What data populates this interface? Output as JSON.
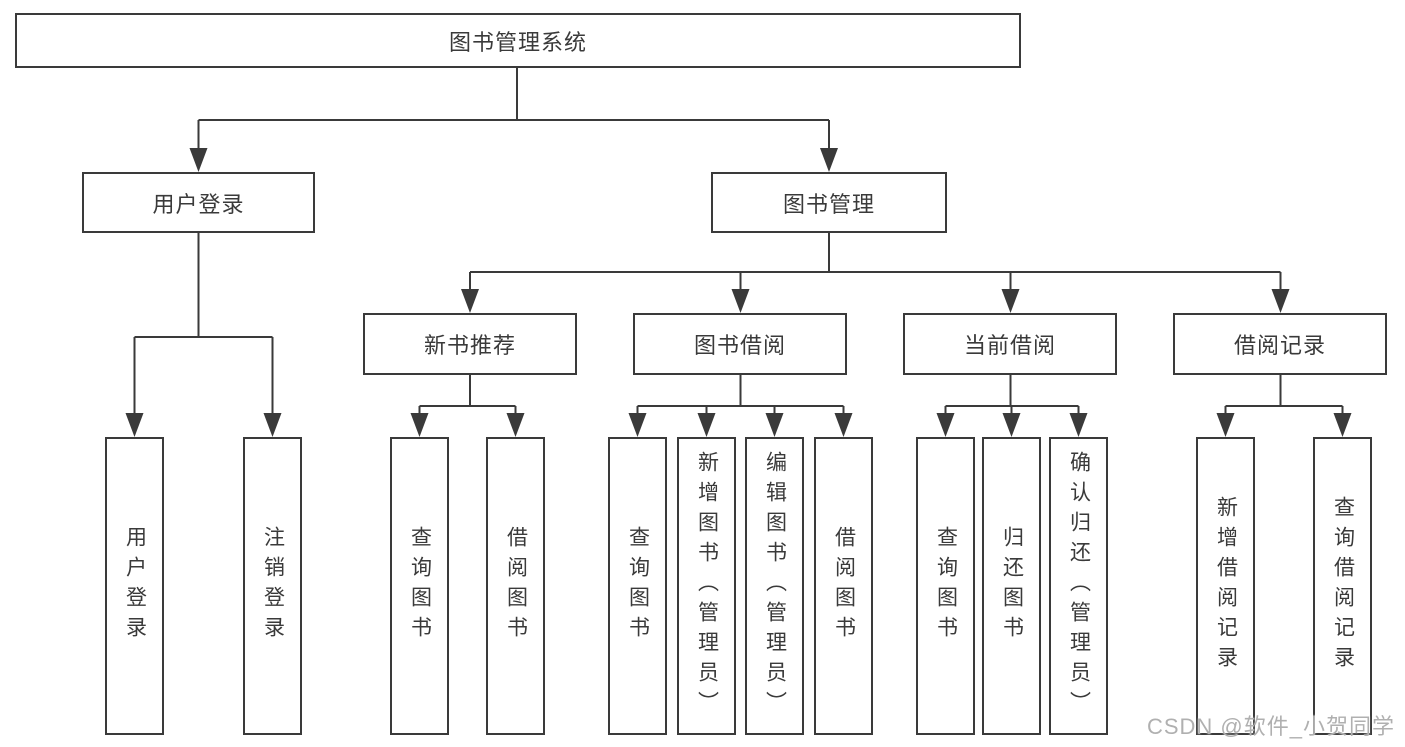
{
  "tree": {
    "label": "图书管理系统",
    "children": [
      {
        "label": "用户登录",
        "children": [
          {
            "label": "用户登录"
          },
          {
            "label": "注销登录"
          }
        ]
      },
      {
        "label": "图书管理",
        "children": [
          {
            "label": "新书推荐",
            "children": [
              {
                "label": "查询图书"
              },
              {
                "label": "借阅图书"
              }
            ]
          },
          {
            "label": "图书借阅",
            "children": [
              {
                "label": "查询图书"
              },
              {
                "label": "新增图书（管理员）"
              },
              {
                "label": "编辑图书（管理员）"
              },
              {
                "label": "借阅图书"
              }
            ]
          },
          {
            "label": "当前借阅",
            "children": [
              {
                "label": "查询图书"
              },
              {
                "label": "归还图书"
              },
              {
                "label": "确认归还（管理员）"
              }
            ]
          },
          {
            "label": "借阅记录",
            "children": [
              {
                "label": "新增借阅记录"
              },
              {
                "label": "查询借阅记录"
              }
            ]
          }
        ]
      }
    ]
  },
  "watermark": {
    "text": "CSDN @软件_小贺同学"
  },
  "colors": {
    "line": "#3a3a3a",
    "text": "#3a3a3a",
    "box_fill": "#ffffff",
    "background": "#ffffff",
    "watermark": "#b0b0b0"
  }
}
